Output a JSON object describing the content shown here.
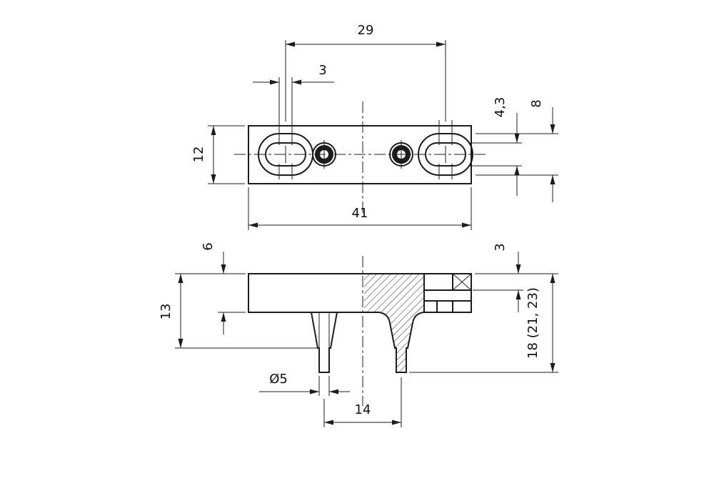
{
  "drawing": {
    "kind": "technical-dimension-drawing",
    "views": {
      "top": {
        "dim_hole_spacing": "29",
        "dim_slot_width": "3",
        "dim_overall_length": "41",
        "dim_plate_width": "12",
        "dim_slot_height": "4,3",
        "dim_boss_height": "8"
      },
      "front": {
        "dim_body_height": "6",
        "dim_body_pin_height": "13",
        "dim_step_height": "3",
        "dim_total_height": "18 (21, 23)",
        "dim_pin_diameter": "Ø5",
        "dim_pin_spacing": "14"
      }
    }
  }
}
